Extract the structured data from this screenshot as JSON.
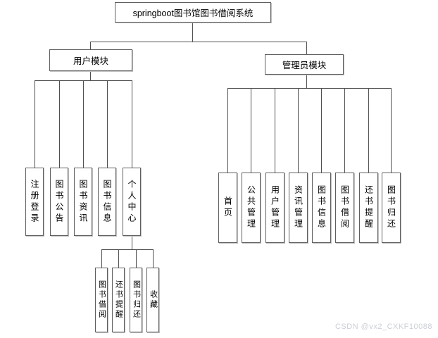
{
  "diagram": {
    "root": {
      "label": "springboot图书馆图书借阅系统"
    },
    "user_module": {
      "label": "用户模块",
      "children": [
        {
          "label": "注册登录"
        },
        {
          "label": "图书公告"
        },
        {
          "label": "图书资讯"
        },
        {
          "label": "图书信息"
        },
        {
          "label": "个人中心"
        }
      ]
    },
    "admin_module": {
      "label": "管理员模块",
      "children": [
        {
          "label": "首页"
        },
        {
          "label": "公共管理"
        },
        {
          "label": "用户管理"
        },
        {
          "label": "资讯管理"
        },
        {
          "label": "图书信息"
        },
        {
          "label": "图书借阅"
        },
        {
          "label": "还书提醒"
        },
        {
          "label": "图书归还"
        }
      ]
    },
    "personal_center_children": [
      {
        "label": "图书借阅"
      },
      {
        "label": "还书提醒"
      },
      {
        "label": "图书归还"
      },
      {
        "label": "收藏"
      }
    ]
  },
  "watermark": {
    "text": "CSDN @vx2_CXKF10088"
  },
  "colors": {
    "background": "#ffffff",
    "box_border": "#5f5f5f",
    "connector_line": "#4f4f4f",
    "text": "#000000",
    "watermark_text": "#cbcfd6"
  }
}
